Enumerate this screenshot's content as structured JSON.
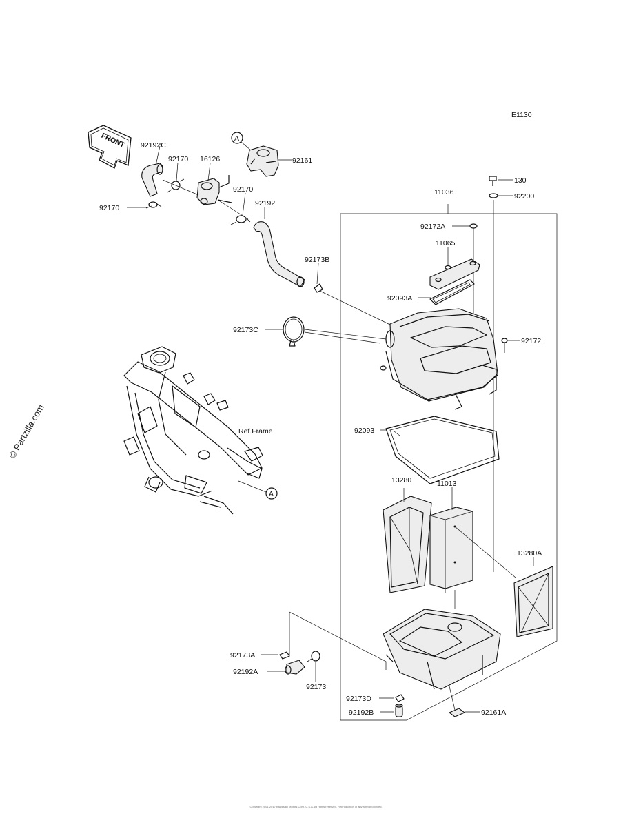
{
  "diagram_code": "E1130",
  "front_badge": "FRONT",
  "ref_frame_label": "Ref.Frame",
  "callout_a": "A",
  "watermark": "© Partzilla.com",
  "copyright": "Copyright 2001-2017 Kawasaki Motors Corp. U.S.A. All rights reserved. Reproduction in any form prohibited.",
  "parts": {
    "p_92192C": "92192C",
    "p_92170_a": "92170",
    "p_16126": "16126",
    "p_92161": "92161",
    "p_92170_b": "92170",
    "p_92170_c": "92170",
    "p_92192": "92192",
    "p_11036": "11036",
    "p_130": "130",
    "p_92200": "92200",
    "p_92172A": "92172A",
    "p_11065": "11065",
    "p_92173B": "92173B",
    "p_92093A": "92093A",
    "p_92173C": "92173C",
    "p_92172": "92172",
    "p_92093": "92093",
    "p_13280": "13280",
    "p_11013": "11013",
    "p_13280A": "13280A",
    "p_92173A": "92173A",
    "p_92192A": "92192A",
    "p_92173": "92173",
    "p_92173D": "92173D",
    "p_92192B": "92192B",
    "p_92161A": "92161A"
  }
}
